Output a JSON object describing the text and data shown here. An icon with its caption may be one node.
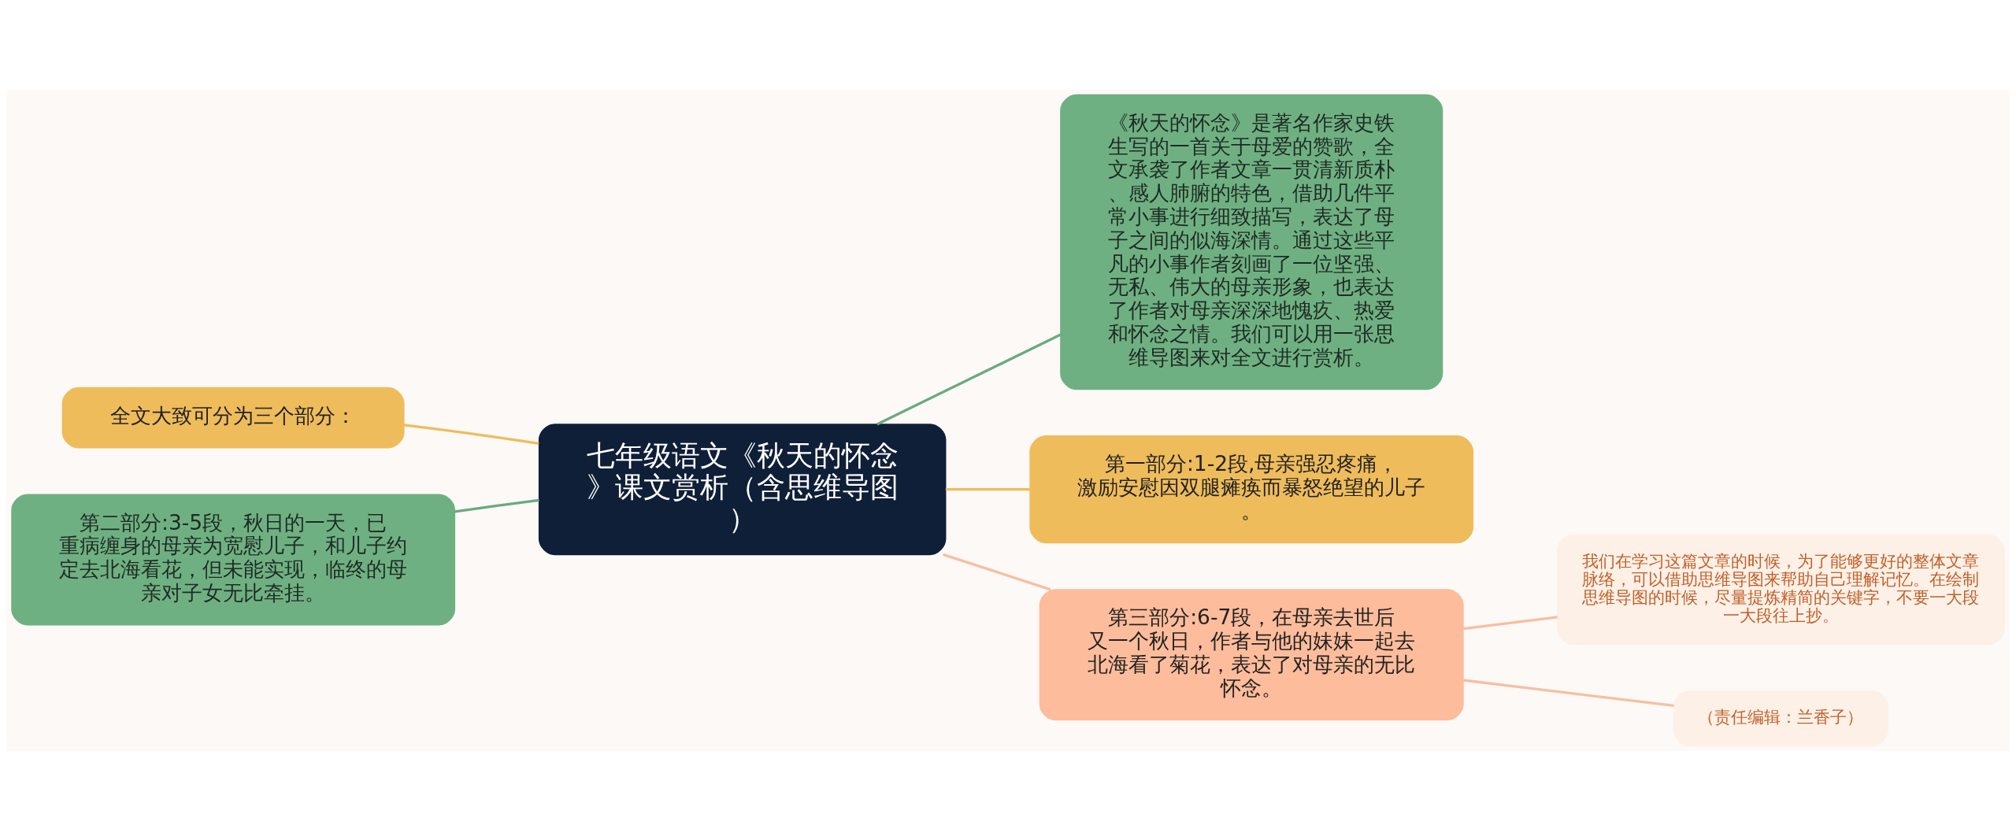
{
  "diagram": {
    "nodes": [
      {
        "text": [
          "七年级语文《秋天的怀念》课文赏析（含思维导图）"
        ]
      },
      {
        "text": [
          "《秋天的怀念》是著名作家史铁生写的一首关于母爱的赞歌，全文承袭了作者文章一贯清新质朴、感人肺腑的特色，借助几件平常小事进行细致描写，表达了母子之间的似海深情。通过这些平凡的小事作者刻画了一位坚强、无私、伟大的母亲形象，也表达了作者对母亲深深地愧疚、热爱和怀念之情。我们可以用一张思维导图来对全文进行赏析。"
        ]
      },
      {
        "text": [
          "全文大致可分为三个部分："
        ]
      },
      {
        "text": [
          "第二部分:3-5段，秋日的一天，已重病缠身的母亲为宽慰儿子，和儿子约定去北海看花，但未能实现，临终的母亲对子女无比牵挂。"
        ]
      },
      {
        "text": [
          "第一部分:1-2段,母亲强忍疼痛，激励安慰因双腿瘫痪而暴怒绝望的儿子。"
        ]
      },
      {
        "text": [
          "第三部分:6-7段，在母亲去世后又一个秋日，作者与他的妹妹一起去北海看了菊花，表达了对母亲的无比怀念。"
        ]
      },
      {
        "text": [
          "我们在学习这篇文章的时候，为了能够更好的整体文章脉络，可以借助思维导图来帮助自己理解记忆。在绘制思维导图的时候，尽量提炼精简的关键字，不要一大段一大段往上抄。"
        ]
      },
      {
        "text": [
          "（责任编辑：兰香子）"
        ]
      }
    ],
    "edges": [
      {
        "from": 0,
        "to": 1,
        "arrow": "none",
        "color": "#6aaa7e"
      },
      {
        "from": 0,
        "to": 2,
        "arrow": "none",
        "color": "#efbc5c"
      },
      {
        "from": 0,
        "to": 3,
        "arrow": "none",
        "color": "#6aaa7e"
      },
      {
        "from": 0,
        "to": 4,
        "arrow": "none",
        "color": "#efbc5c"
      },
      {
        "from": 0,
        "to": 5,
        "arrow": "none",
        "color": "#f5c0a0"
      },
      {
        "from": 5,
        "to": 6,
        "arrow": "none",
        "color": "#f5c0a0"
      },
      {
        "from": 5,
        "to": 7,
        "arrow": "none",
        "color": "#f5c0a0"
      }
    ]
  }
}
